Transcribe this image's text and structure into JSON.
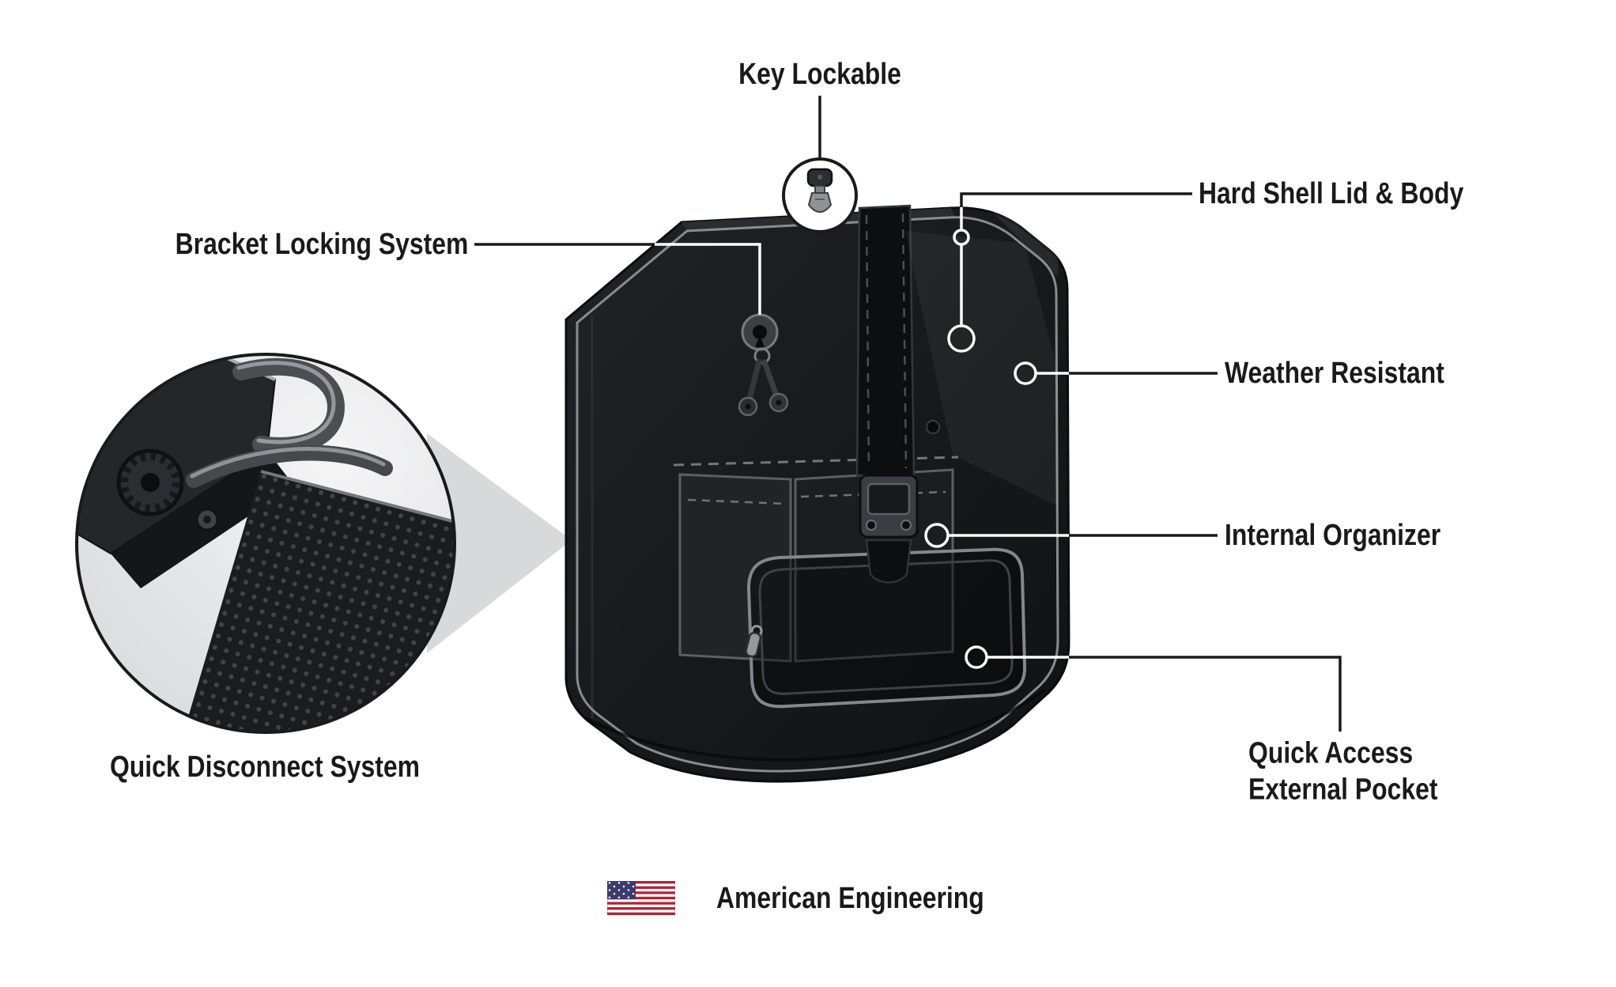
{
  "diagram": {
    "callouts": {
      "key_lockable": "Key Lockable",
      "bracket_locking_system": "Bracket Locking System",
      "hard_shell_lid_body": "Hard Shell Lid & Body",
      "weather_resistant": "Weather Resistant",
      "internal_organizer": "Internal Organizer",
      "quick_access_line1": "Quick Access",
      "quick_access_line2": "External Pocket",
      "quick_disconnect_system": "Quick Disconnect System"
    },
    "footer": {
      "text": "American Engineering"
    },
    "icons": {
      "key": "key-icon",
      "keyhole": "keyhole-icon",
      "us_flag": "us-flag-icon"
    },
    "colors": {
      "label_text": "#1a1a1a",
      "callout_line": "#1a1a1a",
      "callout_line_on_bag": "#ffffff",
      "inset_triangle": "#d8d9da",
      "bag_body": "#17191b",
      "flag_red": "#B22234",
      "flag_blue": "#3C3B6E"
    }
  }
}
